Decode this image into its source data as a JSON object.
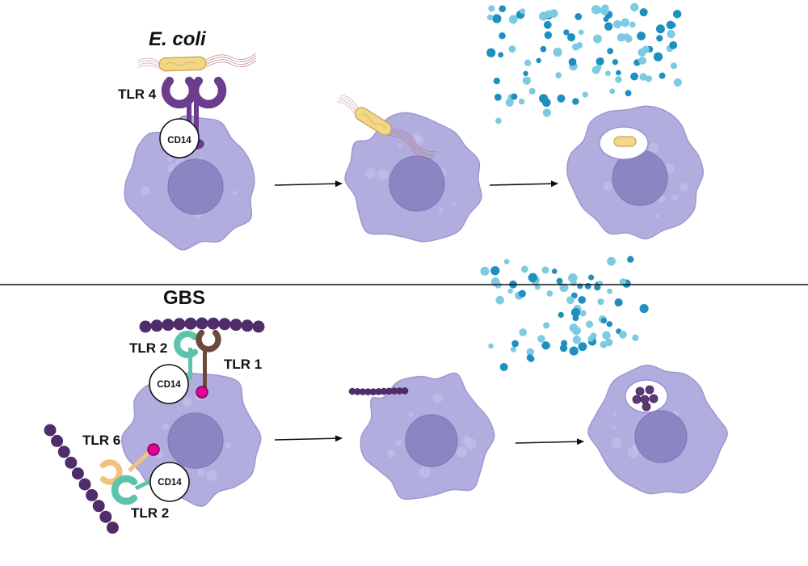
{
  "panels": [
    {
      "title": "E. coli",
      "labels": {
        "tlr4": "TLR 4",
        "cd14": "CD14"
      }
    },
    {
      "title": "GBS",
      "labels": {
        "tlr2_top": "TLR 2",
        "tlr1": "TLR 1",
        "cd14_top": "CD14",
        "tlr6": "TLR 6",
        "cd14_bottom": "CD14",
        "tlr2_bottom": "TLR 2"
      }
    }
  ],
  "colors": {
    "cell": "#b1addf",
    "cell_outline": "#9d98d2",
    "nucleus": "#8b86c2",
    "tlr4": "#6a3d8e",
    "tlr2": "#5fc3ab",
    "tlr1": "#6d4a40",
    "tlr6": "#f1c27d",
    "ligand_dot": "#e6009a",
    "gbs_chain": "#4f2c6a",
    "ecoli_body": "#f3d687",
    "cytokine_dark": "#1f8fc0",
    "cytokine_light": "#7dcbe3"
  }
}
